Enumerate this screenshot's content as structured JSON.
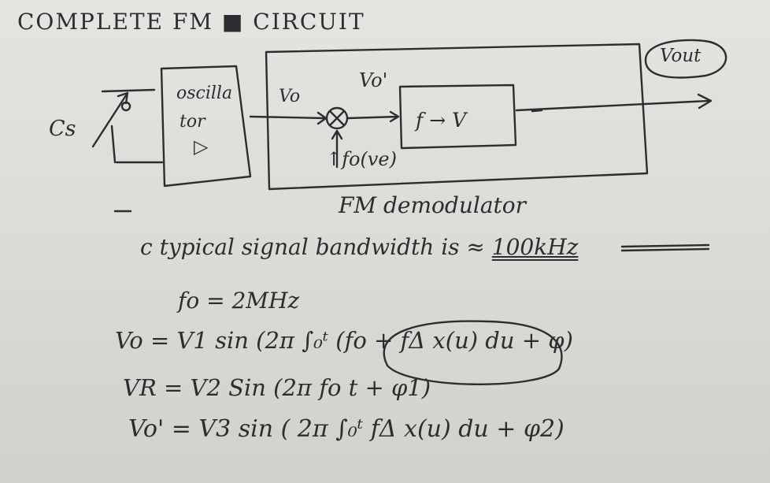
{
  "diagram": {
    "title": "COMPLETE FM ■ CIRCUIT",
    "capacitor_label": "Cs",
    "oscillator": {
      "line1": "oscilla",
      "line2": "tor",
      "symbol": "▷"
    },
    "signal_vo": "Vo",
    "signal_vo_prime": "Vo'",
    "converter_label": "f → V",
    "reference_label": "↑fo(ve)",
    "output_label": "Vout",
    "demodulator_label": "FM demodulator"
  },
  "notes": {
    "bandwidth_prefix": "c typical signal bandwidth is ≈",
    "bandwidth_value": "100kHz",
    "eq_fo": "fo = 2MHz",
    "eq_vo": "Vo = V1 sin (2π ∫₀ᵗ (fo + fΔ x(u) du + φ)",
    "eq_vr": "VR = V2 Sin (2π fo t + φ1)",
    "eq_vo_prime": "Vo' = V3 sin ( 2π ∫₀ᵗ fΔ x(u) du + φ2)"
  },
  "colors": {
    "ink": "#2d2d31",
    "board": "#e0ded9"
  }
}
